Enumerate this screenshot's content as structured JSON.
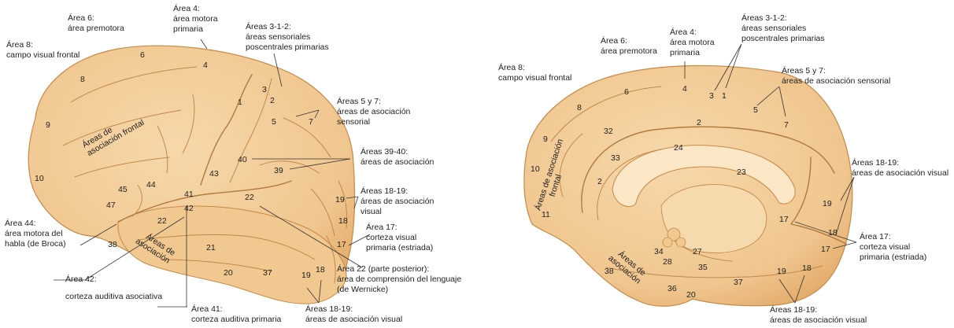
{
  "lateral": {
    "labels": {
      "a4": [
        "Área 4:",
        "área motora",
        "primaria"
      ],
      "a6": [
        "Área 6:",
        "área premotora"
      ],
      "a312": [
        "Áreas 3-1-2:",
        "áreas sensoriales",
        "poscentrales primarias"
      ],
      "a8": [
        "Área 8:",
        "campo visual frontal"
      ],
      "a57": [
        "Áreas 5 y 7:",
        "áreas de asociación",
        "sensorial"
      ],
      "a3940": [
        "Áreas 39-40:",
        "áreas de asociación"
      ],
      "a1819": [
        "Áreas 18-19:",
        "áreas de asociación",
        "visual"
      ],
      "a17": [
        "Área 17:",
        "corteza visual",
        "primaria (estriada)"
      ],
      "a44": [
        "Área 44:",
        "área motora del",
        "habla (de Broca)"
      ],
      "a22": [
        "Área 22 (parte posterior):",
        "área de comprensión del lenguaje",
        "(de Wernicke)"
      ],
      "a42": [
        "Área 42:",
        "corteza auditiva asociativa"
      ],
      "a41": [
        "Área 41:",
        "corteza auditiva primaria"
      ],
      "a1819b": [
        "Áreas 18-19:",
        "áreas de asociación visual"
      ]
    },
    "regions": {
      "frontal": [
        "Áreas de",
        "asociación frontal"
      ],
      "temporal": [
        "Áreas de",
        "asociación"
      ]
    },
    "numbers": {
      "n6": "6",
      "n4": "4",
      "n8": "8",
      "n3": "3",
      "n1": "1",
      "n2": "2",
      "n5": "5",
      "n7": "7",
      "n9": "9",
      "n40": "40",
      "n39": "39",
      "n10": "10",
      "n43": "43",
      "n44": "44",
      "n45": "45",
      "n41": "41",
      "n22": "22",
      "n19": "19",
      "n47": "47",
      "n42": "42",
      "n22b": "22",
      "n18": "18",
      "n17": "17",
      "n38": "38",
      "n21": "21",
      "n20": "20",
      "n37": "37",
      "n19b": "19",
      "n18b": "18"
    }
  },
  "medial": {
    "labels": {
      "a312": [
        "Áreas 3-1-2:",
        "áreas sensoriales",
        "poscentrales primarias"
      ],
      "a4": [
        "Área 4:",
        "área motora",
        "primaria"
      ],
      "a6": [
        "Área 6:",
        "área premotora"
      ],
      "a8": [
        "Área 8:",
        "campo visual frontal"
      ],
      "a57": [
        "Áreas 5 y 7:",
        "áreas de asociación sensorial"
      ],
      "a1819": [
        "Áreas 18-19:",
        "áreas de asociación visual"
      ],
      "a17": [
        "Área 17:",
        "corteza visual",
        "primaria (estriada)"
      ],
      "a1819b": [
        "Áreas 18-19:",
        "áreas de asociación visual"
      ]
    },
    "regions": {
      "frontal": [
        "Áreas de asociación",
        "frontal"
      ],
      "temporal": [
        "Áreas de",
        "asociación"
      ]
    },
    "numbers": {
      "n4": "4",
      "n6": "6",
      "n3": "3",
      "n1": "1",
      "n5": "5",
      "n8": "8",
      "n7": "7",
      "n32": "32",
      "n2": "2",
      "n9": "9",
      "n24": "24",
      "n33": "33",
      "n10": "10",
      "n23": "23",
      "n2b": "2",
      "n19": "19",
      "n11": "11",
      "n17": "17",
      "n18": "18",
      "n17b": "17",
      "n34": "34",
      "n27": "27",
      "n28": "28",
      "n35": "35",
      "n38": "38",
      "n36": "36",
      "n37": "37",
      "n20": "20",
      "n19b": "19",
      "n18b": "18"
    }
  },
  "colors": {
    "cortex": "#f3cd99",
    "cortex_dark": "#e2a965",
    "outline": "#c58a48",
    "callosum": "#fbe6c6"
  }
}
